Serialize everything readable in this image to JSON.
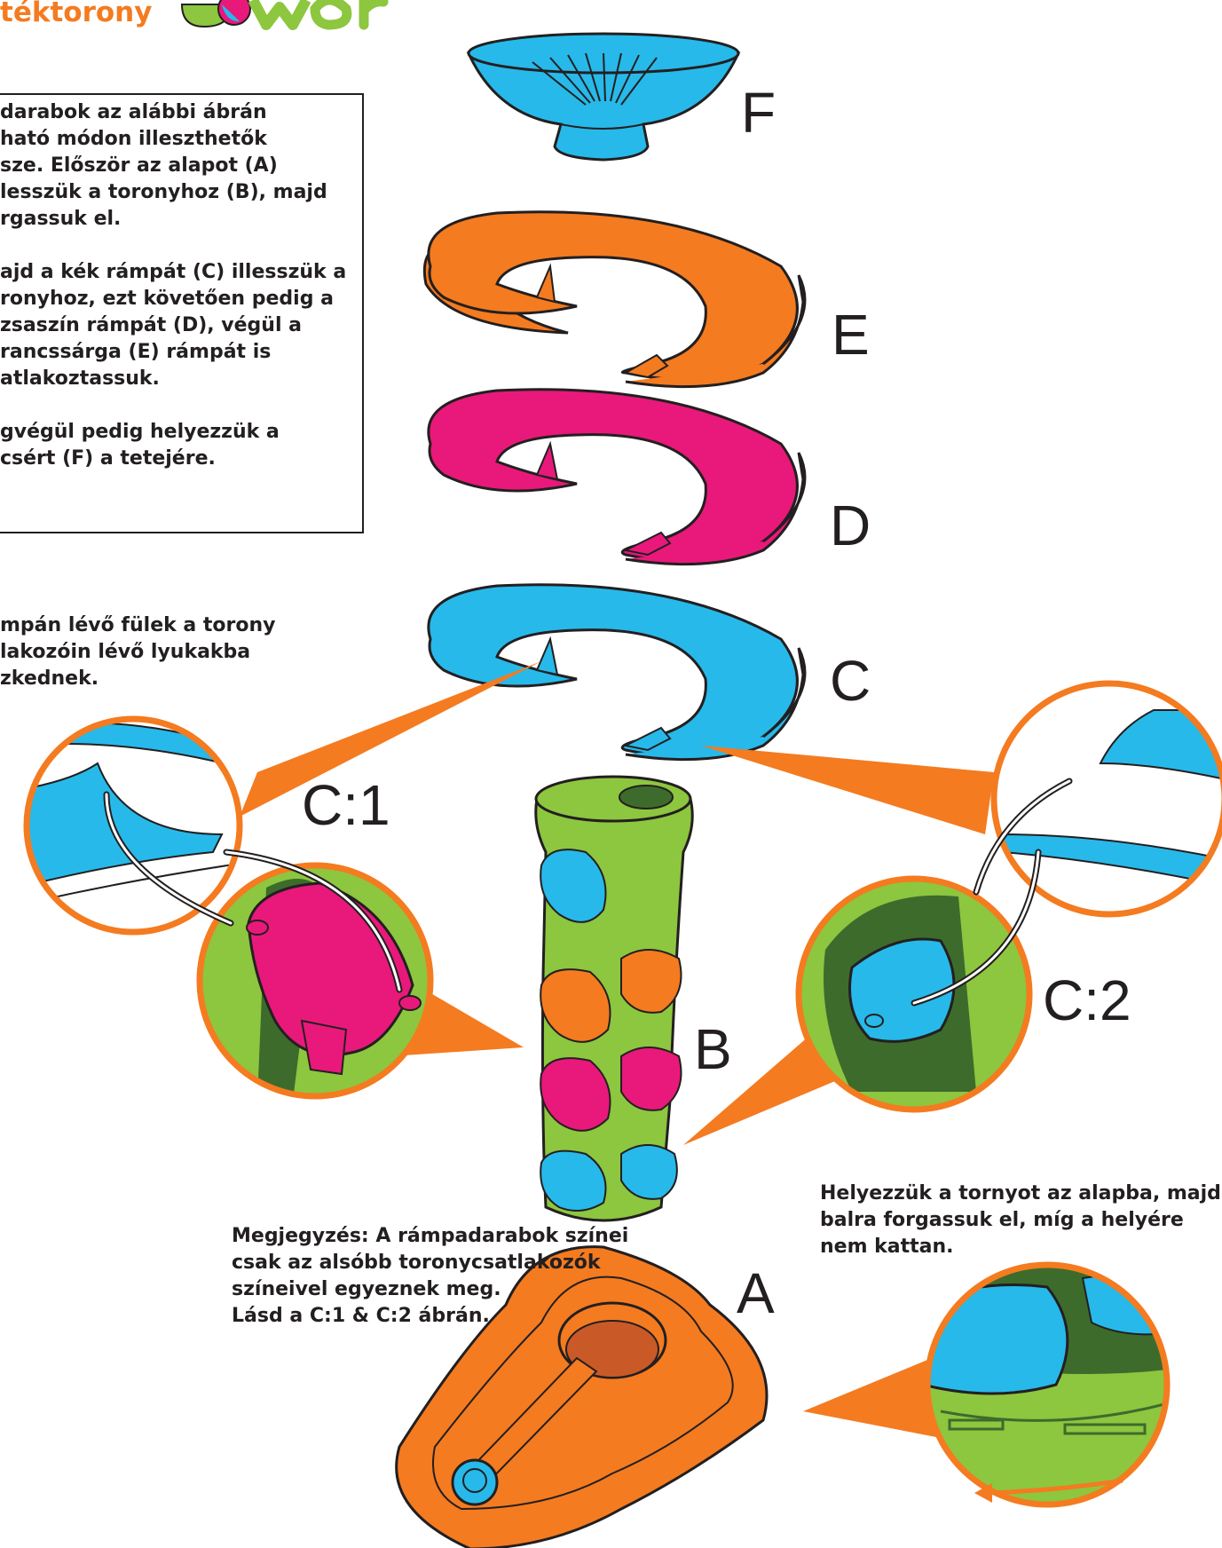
{
  "brand": {
    "text": "téktorony",
    "logo_text": "Tower"
  },
  "instructions": {
    "lines": [
      "darabok az alábbi ábrán",
      "ható módon illeszthetők",
      "sze. Először az alapot (A)",
      "lesszük a toronyhoz (B), majd",
      "rgassuk el.",
      "ajd a kék rámpát (C) illesszük a",
      "ronyhoz, ezt követően pedig a",
      "zsaszín rámpát (D), végül a",
      "rancssárga (E) rámpát is",
      "atlakoztassuk.",
      "gvégül pedig helyezzük a",
      "csért (F) a tetejére."
    ]
  },
  "tabs_note": {
    "lines": [
      "mpán lévő fülek a torony",
      "lakozóin lévő lyukakba",
      "zkednek."
    ]
  },
  "color_note": {
    "lines": [
      "Megjegyzés: A rámpadarabok színei",
      "csak az alsóbb toronycsatlakozók",
      "színeivel egyeznek meg.",
      "Lásd a C:1 & C:2 ábrán."
    ]
  },
  "base_note": {
    "lines": [
      "Helyezzük a tornyot az alapba, majd",
      "balra forgassuk el, míg a helyére",
      "nem kattan."
    ]
  },
  "labels": {
    "F": "F",
    "E": "E",
    "D": "D",
    "C": "C",
    "B": "B",
    "A": "A",
    "C1": "C:1",
    "C2": "C:2"
  },
  "colors": {
    "orange": "#f47b20",
    "pink": "#e8197b",
    "blue": "#27b9ea",
    "green": "#8dc63f",
    "dark_green": "#3d6b2c",
    "base_hole": "#c95a27",
    "outline": "#231f20"
  },
  "icons": [
    "tower-logo-icon",
    "arrow-left-icon",
    "double-arrow-icon"
  ]
}
